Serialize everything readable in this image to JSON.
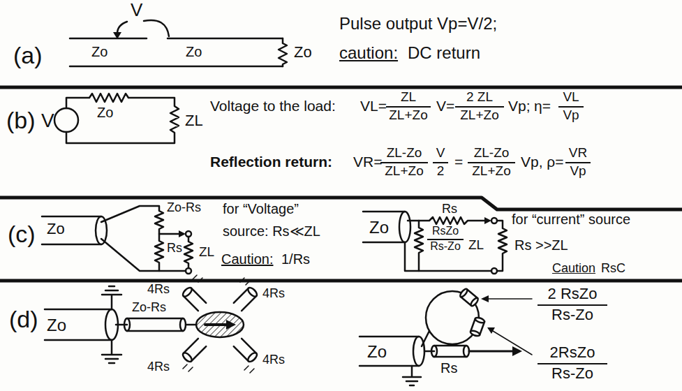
{
  "diagram": {
    "labels": [
      "(a)",
      "V",
      "Zo",
      "Zo",
      "Zo",
      "Pulse output Vp=V/2;",
      "caution:",
      "DC return",
      "(b)",
      "V",
      "Zo",
      "ZL",
      "Voltage to the load:",
      "VL=",
      "ZL",
      "ZL+Zo",
      "V=",
      "2 ZL",
      "ZL+Zo",
      "Vp;",
      "η=",
      "VL",
      "Vp",
      "Reflection return:",
      "VR=",
      "ZL-Zo",
      "ZL+Zo",
      "V",
      "2",
      "=",
      "ZL-Zo",
      "ZL+Zo",
      "Vp, ρ=",
      "VR",
      "Vp",
      "(c)",
      "Zo",
      "Zo-Rs",
      "Rs",
      "ZL",
      "for “Voltage”",
      "source: Rs≪ZL",
      "Caution:",
      "1/Rs",
      "Zo",
      "Rs",
      "RsZo",
      "Rs-Zo",
      "ZL",
      "for “current” source",
      "Rs >>ZL",
      "Caution",
      "RsC",
      "(d)",
      "Zo",
      "Zo-Rs",
      "4Rs",
      "4Rs",
      "4Rs",
      "4Rs",
      "Zo",
      "Rs",
      "2 RsZo",
      "Rs-Zo",
      "2RsZo",
      "Rs-Zo"
    ]
  }
}
